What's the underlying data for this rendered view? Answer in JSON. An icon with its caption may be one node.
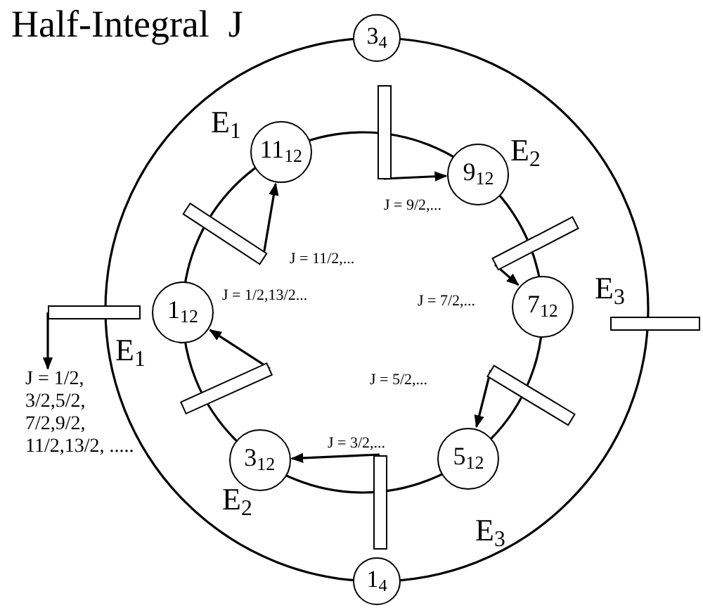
{
  "diagram": {
    "title": "Half-Integral  J",
    "nodes": [
      {
        "text": [
          "3$_{4}$"
        ]
      },
      {
        "text": [
          "11$_{12}$"
        ]
      },
      {
        "text": [
          "9$_{12}$"
        ]
      },
      {
        "text": [
          "1$_{12}$"
        ]
      },
      {
        "text": [
          "7$_{12}$"
        ]
      },
      {
        "text": [
          "5$_{12}$"
        ]
      },
      {
        "text": [
          "3$_{12}$"
        ]
      },
      {
        "text": [
          "1$_{4}$"
        ]
      },
      {
        "text": [
          "J = 1/2, 3/2,5/2, 7/2,9/2, 11/2,13/2, ....."
        ]
      },
      {
        "text": [],
        "shape": "bar"
      },
      {
        "text": [],
        "shape": "bar"
      },
      {
        "text": [],
        "shape": "bar"
      },
      {
        "text": [],
        "shape": "bar"
      },
      {
        "text": [],
        "shape": "bar"
      },
      {
        "text": [],
        "shape": "bar"
      },
      {
        "text": [],
        "shape": "bar"
      },
      {
        "text": [],
        "shape": "bar"
      }
    ],
    "edges": [
      {
        "from": 9,
        "to": 2,
        "arrow": "to",
        "label": "J = 9/2,..."
      },
      {
        "from": 10,
        "to": 1,
        "arrow": "to",
        "label": "J = 11/2,..."
      },
      {
        "from": 11,
        "to": 4,
        "arrow": "to",
        "label": "J = 7/2,..."
      },
      {
        "from": 15,
        "to": 5,
        "arrow": "to",
        "label": "J = 5/2,..."
      },
      {
        "from": 16,
        "to": 6,
        "arrow": "to",
        "label": "J = 3/2,..."
      },
      {
        "from": 14,
        "to": 3,
        "arrow": "to",
        "label": "J = 1/2,13/2..."
      },
      {
        "from": 13,
        "to": 8,
        "arrow": "to"
      }
    ],
    "labels": [
      "E$_{1}$",
      "E$_{2}$",
      "E$_{3}$",
      "E$_{1}$",
      "E$_{2}$",
      "E$_{3}$"
    ]
  }
}
